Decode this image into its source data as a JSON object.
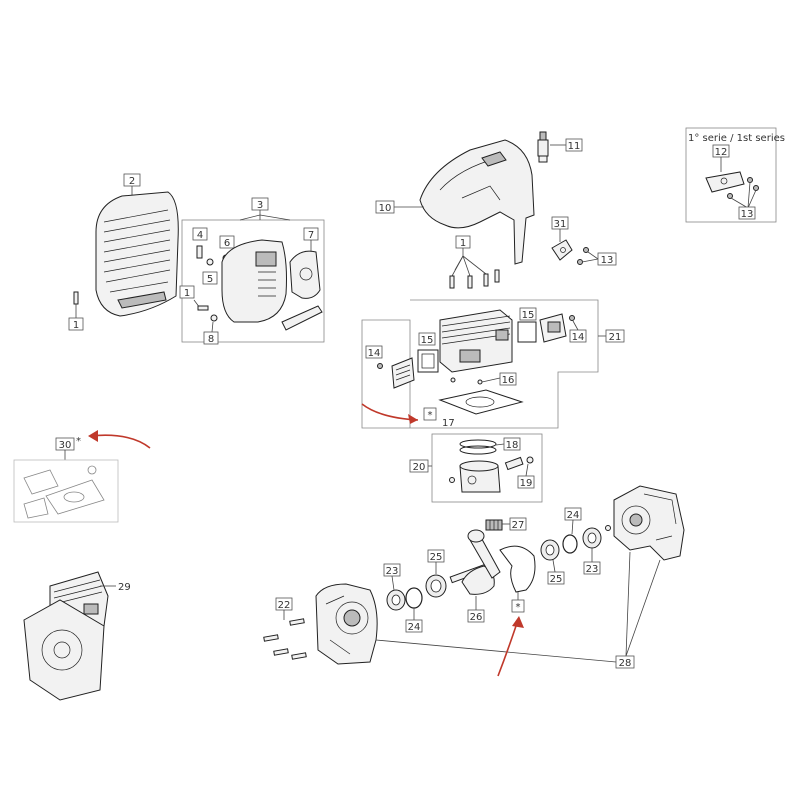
{
  "callouts": {
    "c1a": "1",
    "c1b": "1",
    "c1c": "1",
    "c2": "2",
    "c3": "3",
    "c4": "4",
    "c5": "5",
    "c6": "6",
    "c7": "7",
    "c8": "8",
    "c10": "10",
    "c11": "11",
    "c12": "12",
    "c13a": "13",
    "c13b": "13",
    "c14a": "14",
    "c14b": "14",
    "c15a": "15",
    "c15b": "15",
    "c16": "16",
    "c17": "17",
    "c17star": "*",
    "c18": "18",
    "c19": "19",
    "c20": "20",
    "c21": "21",
    "c22": "22",
    "c23a": "23",
    "c23b": "23",
    "c24a": "24",
    "c24b": "24",
    "c25a": "25",
    "c25b": "25",
    "c26": "26",
    "c27": "27",
    "c28": "28",
    "c29": "29",
    "c30": "30",
    "c30star": "*",
    "c31": "31",
    "cstar": "*"
  },
  "series_note": "1° serie / 1st series",
  "colors": {
    "arrow": "#c0392b",
    "line": "#444444"
  }
}
